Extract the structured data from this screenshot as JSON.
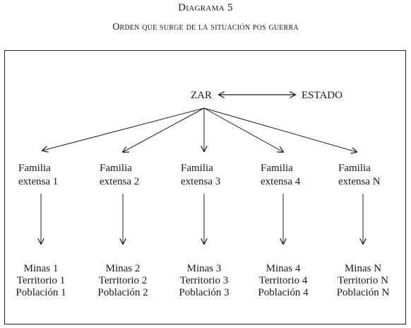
{
  "caption": {
    "title": "Diagrama 5",
    "subtitle": "Orden que surge de la situación pos guerra"
  },
  "top": {
    "left": "ZAR",
    "right": "ESTADO"
  },
  "families": [
    {
      "line1": "Familia",
      "line2": "extensa 1"
    },
    {
      "line1": "Familia",
      "line2": "extensa 2"
    },
    {
      "line1": "Familia",
      "line2": "extensa 3"
    },
    {
      "line1": "Familia",
      "line2": "extensa 4"
    },
    {
      "line1": "Familia",
      "line2": "extensa N"
    }
  ],
  "results": [
    {
      "minas": "Minas 1",
      "territorio": "Territorio 1",
      "poblacion": "Población 1"
    },
    {
      "minas": "Minas 2",
      "territorio": "Territorio 2",
      "poblacion": "Población 2"
    },
    {
      "minas": "Minas 3",
      "territorio": "Territorio 3",
      "poblacion": "Población 3"
    },
    {
      "minas": "Minas 4",
      "territorio": "Territorio 4",
      "poblacion": "Población 4"
    },
    {
      "minas": "Minas N",
      "territorio": "Territorio N",
      "poblacion": "Población N"
    }
  ]
}
